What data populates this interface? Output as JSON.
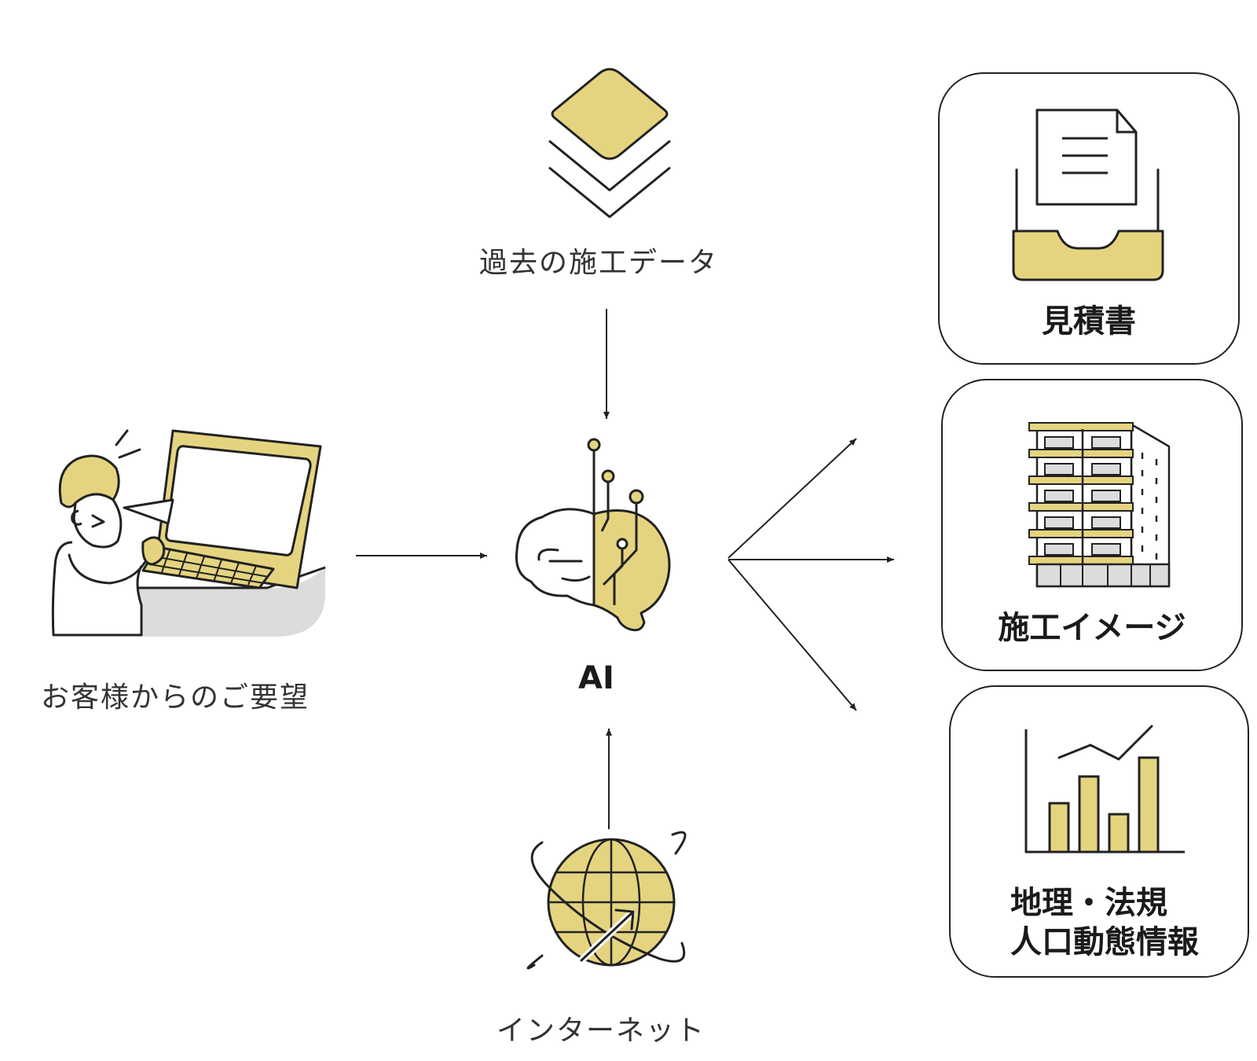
{
  "colors": {
    "accent": "#e5d47f",
    "stroke": "#222222",
    "shadow": "#dcdcdc"
  },
  "nodes": {
    "past_data": {
      "label": "過去の施工データ",
      "icon": "stacked-layers-icon"
    },
    "customer": {
      "label": "お客様からのご要望",
      "icon": "person-at-laptop-icon"
    },
    "ai": {
      "label": "AI",
      "icon": "ai-brain-circuit-icon"
    },
    "internet": {
      "label": "インターネット",
      "icon": "globe-icon"
    }
  },
  "outputs": [
    {
      "label": "見積書",
      "icon": "document-tray-icon"
    },
    {
      "label": "施工イメージ",
      "icon": "apartment-building-icon"
    },
    {
      "label_line1": "地理・法規",
      "label_line2": "人口動態情報",
      "icon": "bar-line-chart-icon"
    }
  ]
}
